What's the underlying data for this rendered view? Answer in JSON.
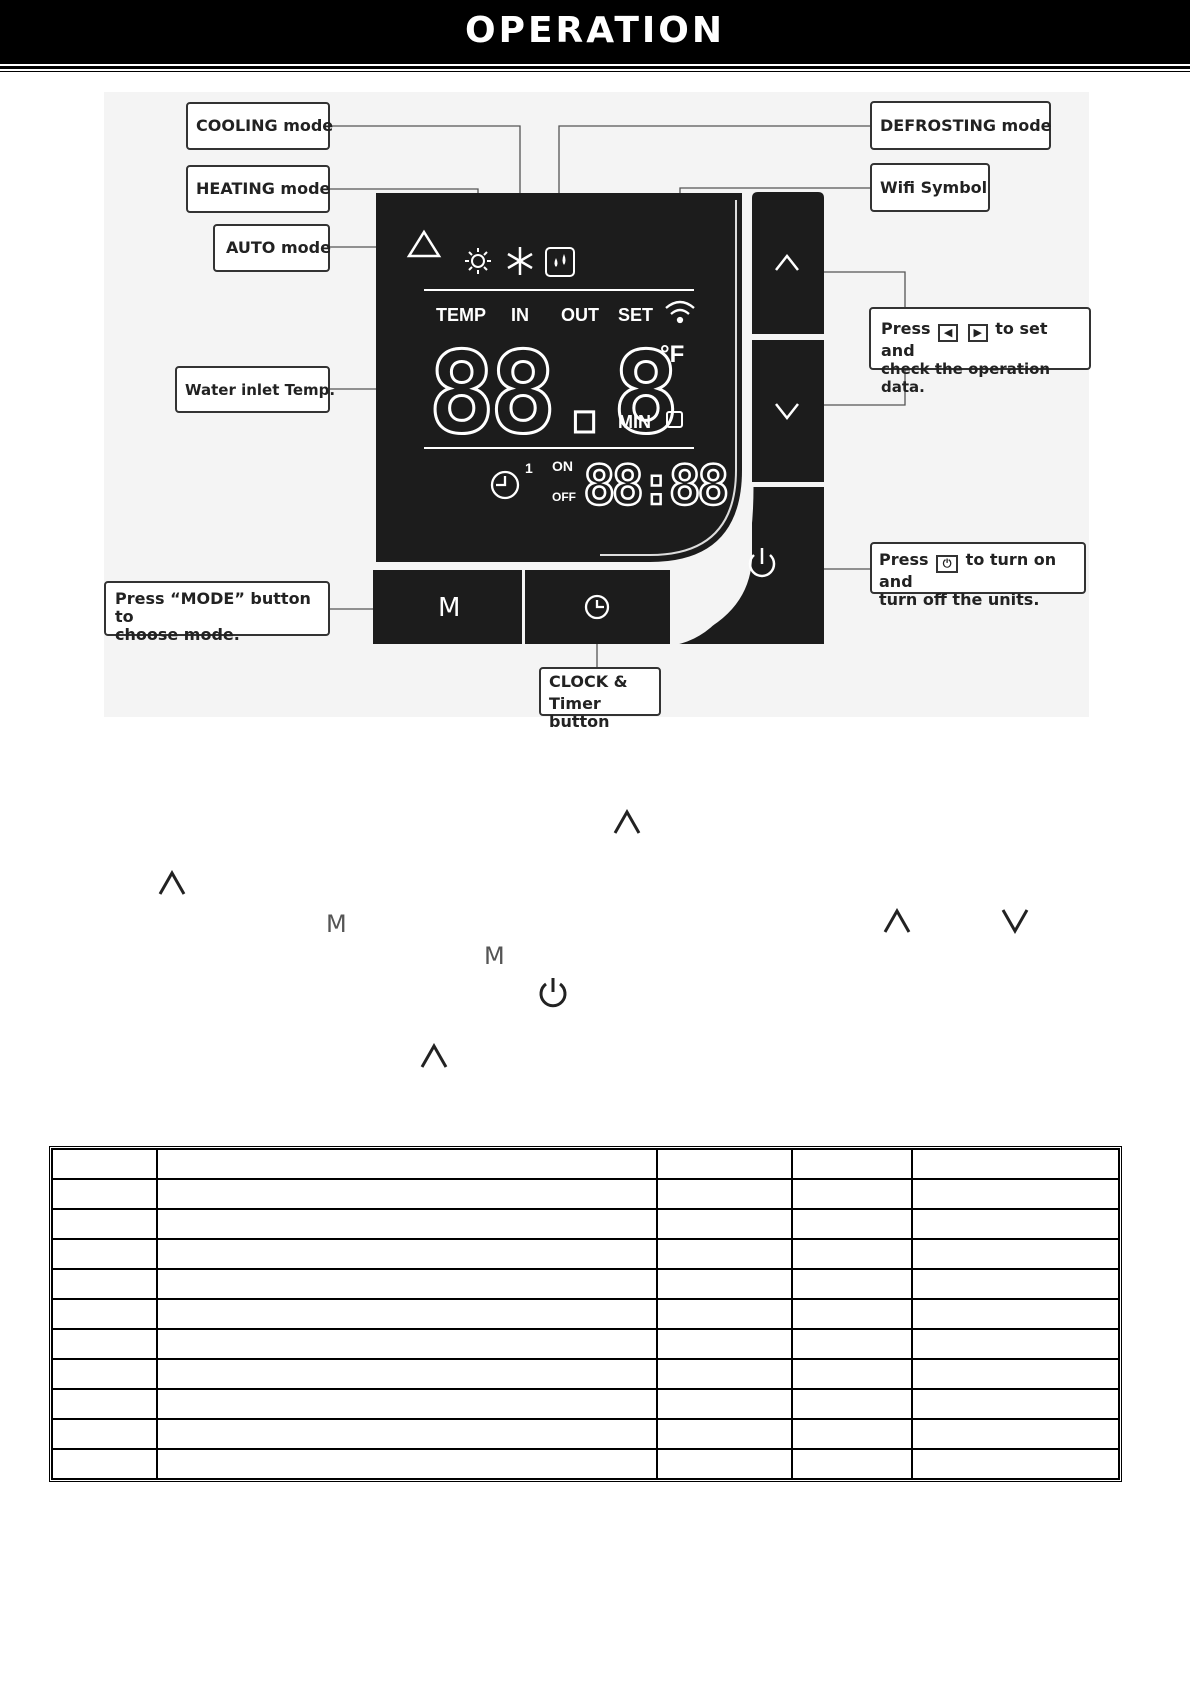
{
  "header": {
    "title": "OPERATION"
  },
  "callouts": {
    "cooling": "COOLING mode",
    "heating": "HEATING mode",
    "auto": "AUTO mode",
    "water_inlet": "Water inlet Temp.",
    "mode_line1": "Press “MODE” button to",
    "mode_line2": "choose mode.",
    "defrosting": "DEFROSTING mode",
    "wifi": "Wifi Symbol",
    "arrows_press": "Press",
    "arrows_line1_end": "to set and",
    "arrows_line2": "check the operation data.",
    "power_press": "Press",
    "power_line1_end": "to turn on and",
    "power_line2": "turn off the units.",
    "clock_line1": "CLOCK &",
    "clock_line2": "Timer button"
  },
  "display": {
    "labels": {
      "temp": "TEMP",
      "in": "IN",
      "out": "OUT",
      "set": "SET"
    },
    "main_digits": "88.8",
    "unit": "°F",
    "min_label": "MIN",
    "timer_index": "1",
    "on_label": "ON",
    "off_label": "OFF",
    "clock_digits": "88:88"
  },
  "buttons": {
    "mode_label": "M"
  },
  "body_glyphs": {
    "up": "^",
    "down": "v",
    "mode": "M"
  },
  "colors": {
    "lcd": "#1a1a1a",
    "header": "#000000",
    "callout_border": "#333333"
  }
}
